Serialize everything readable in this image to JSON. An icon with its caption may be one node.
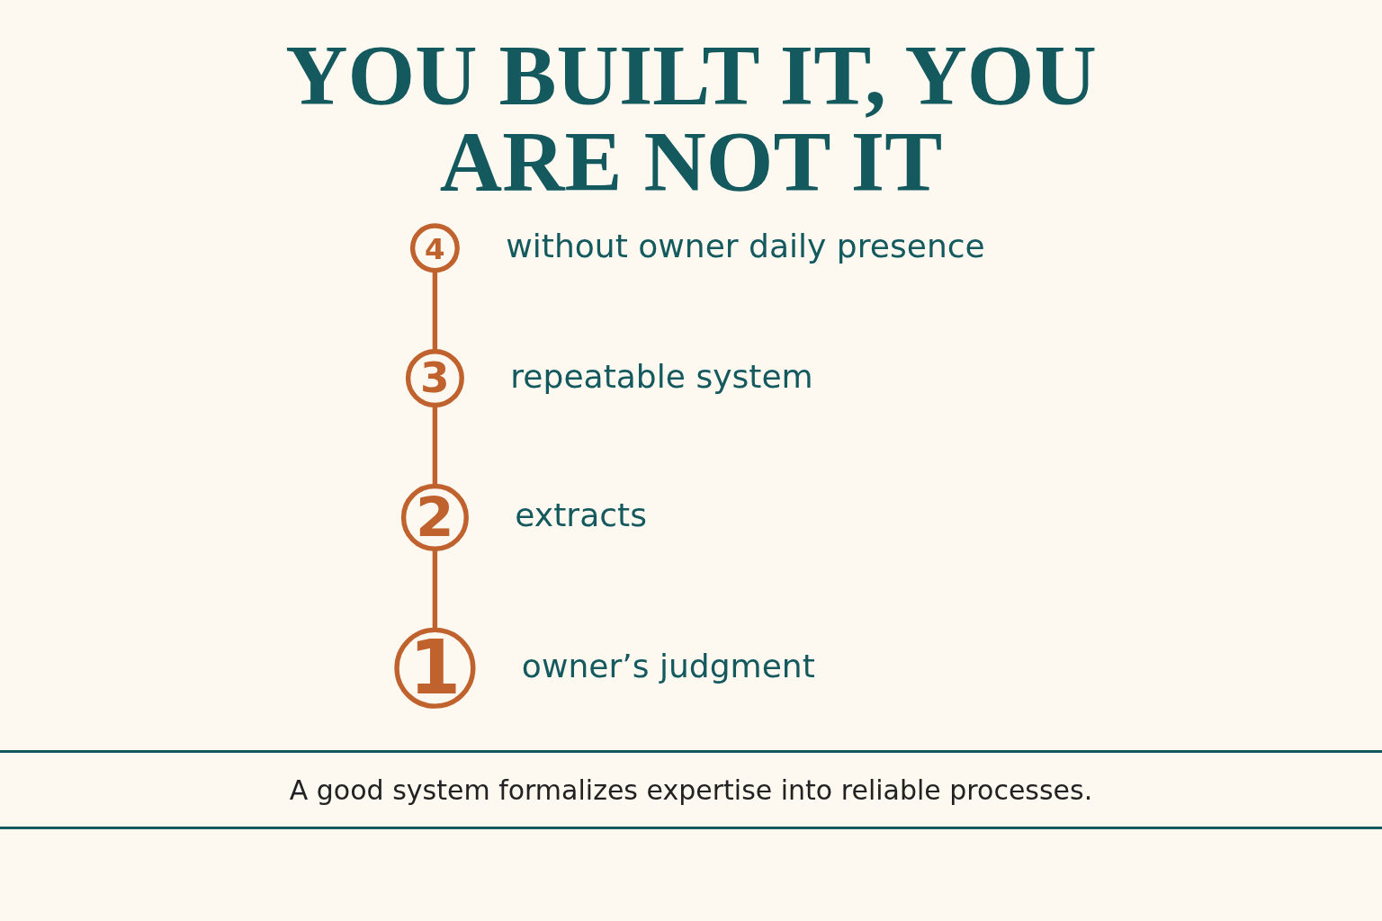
{
  "diagram": {
    "title": "YOU BUILT IT, YOU ARE NOT IT",
    "nodes": [
      {
        "text": [
          "4"
        ],
        "beside": [
          "without owner daily presence"
        ]
      },
      {
        "text": [
          "3"
        ],
        "beside": [
          "repeatable system"
        ]
      },
      {
        "text": [
          "2"
        ],
        "beside": [
          "extracts"
        ]
      },
      {
        "text": [
          "1"
        ],
        "beside": [
          "owner’s judgment"
        ]
      }
    ],
    "edges": [
      {
        "from": 3,
        "to": 2,
        "arrow": "none"
      },
      {
        "from": 2,
        "to": 1,
        "arrow": "none"
      },
      {
        "from": 1,
        "to": 0,
        "arrow": "none"
      }
    ],
    "caption": "A good system formalizes expertise into reliable processes."
  }
}
